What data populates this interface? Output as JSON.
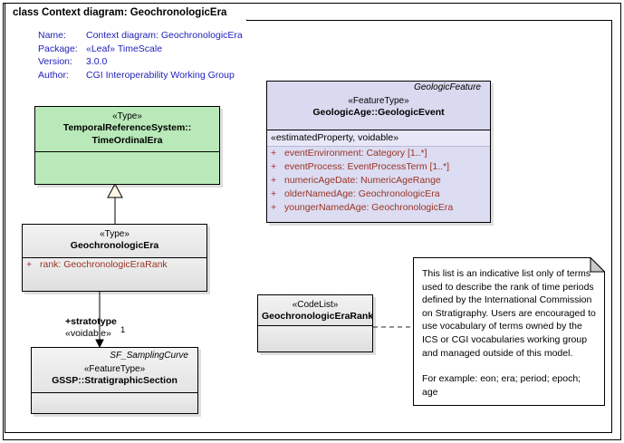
{
  "diagram": {
    "tab_label": "class Context diagram: GeochronologicEra",
    "meta": {
      "name_key": "Name:",
      "name_val": "Context diagram: GeochronologicEra",
      "package_key": "Package:",
      "package_val": "«Leaf» TimeScale",
      "version_key": "Version:",
      "version_val": "3.0.0",
      "author_key": "Author:",
      "author_val": "CGI Interoperability Working Group"
    },
    "colors": {
      "green_fill": "#b9e9b9",
      "gray_fill": "#e9e9e9",
      "purple_header": "#d9d9f0",
      "purple_band": "#e7e7f8",
      "meta_text": "#2222bb",
      "attribute_text": "#993322"
    }
  },
  "classes": {
    "temporal_reference_system": {
      "stereotype": "«Type»",
      "name_line1": "TemporalReferenceSystem::",
      "name_line2": "TimeOrdinalEra",
      "attributes": []
    },
    "geochronologic_era": {
      "stereotype": "«Type»",
      "name": "GeochronologicEra",
      "attributes": [
        {
          "visibility": "+",
          "text": "rank:  GeochronologicEraRank"
        }
      ]
    },
    "gssp_stratigraphic_section": {
      "parent": "SF_SamplingCurve",
      "stereotype": "«FeatureType»",
      "name": "GSSP::StratigraphicSection",
      "attributes": []
    },
    "geochronologic_era_rank": {
      "stereotype": "«CodeList»",
      "name": "GeochronologicEraRank",
      "attributes": []
    },
    "geologic_event": {
      "parent": "GeologicFeature",
      "stereotype": "«FeatureType»",
      "name": "GeologicAge::GeologicEvent",
      "band": "«estimatedProperty, voidable»",
      "attributes": [
        {
          "visibility": "+",
          "text": "eventEnvironment:  Category [1..*]"
        },
        {
          "visibility": "+",
          "text": "eventProcess:  EventProcessTerm [1..*]"
        },
        {
          "visibility": "+",
          "text": "numericAgeDate:  NumericAgeRange"
        },
        {
          "visibility": "+",
          "text": "olderNamedAge:  GeochronologicEra"
        },
        {
          "visibility": "+",
          "text": "youngerNamedAge:  GeochronologicEra"
        }
      ]
    }
  },
  "connectors": {
    "stratotype_role": "+stratotype",
    "stratotype_stereotype": "«voidable»",
    "stratotype_multiplicity": "1"
  },
  "note": {
    "paragraph1": "This list is an indicative list only of terms used to describe the rank of time periods defined by the International Commission on Stratigraphy.  Users are encouraged to use vocabulary of terms owned by the ICS or CGI vocabularies working group and managed outside of this model.",
    "paragraph2": "For example: eon; era; period; epoch; age"
  }
}
